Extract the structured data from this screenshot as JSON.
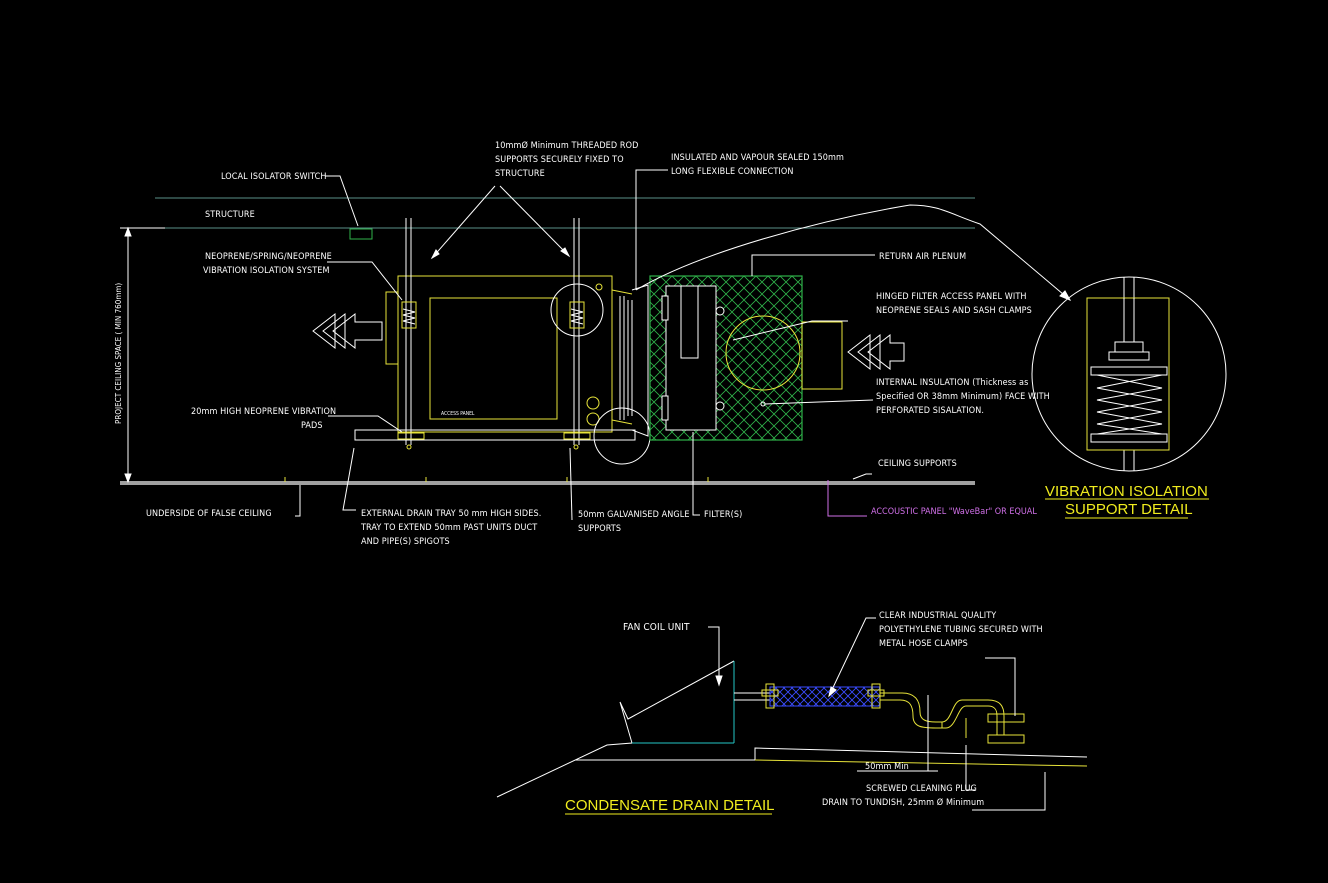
{
  "colors": {
    "background": "#000000",
    "text": "#ffffff",
    "unit_outline": "#e8e43a",
    "plenum": "#2fb24a",
    "title": "#f0ec1e",
    "acoustic": "#d070e8",
    "structure_line": "#5a8f88",
    "tubing": "#3a4cff",
    "cyan": "#25c6c6"
  },
  "labels": {
    "local_isolator_switch": "LOCAL ISOLATOR SWITCH",
    "structure": "STRUCTURE",
    "threaded_rod_1": "10mmØ Minimum THREADED ROD",
    "threaded_rod_2": "SUPPORTS SECURELY FIXED TO",
    "threaded_rod_3": "STRUCTURE",
    "insulated_1": "INSULATED AND VAPOUR SEALED 150mm",
    "insulated_2": "LONG FLEXIBLE CONNECTION",
    "neoprene_1": "NEOPRENE/SPRING/NEOPRENE",
    "neoprene_2": "VIBRATION ISOLATION SYSTEM",
    "return_air": "RETURN AIR PLENUM",
    "hinged_1": "HINGED FILTER ACCESS PANEL WITH",
    "hinged_2": "NEOPRENE SEALS AND SASH CLAMPS",
    "internal_1": "INTERNAL INSULATION (Thickness as",
    "internal_2": "Specified OR 38mm Minimum) FACE WITH",
    "internal_3": "PERFORATED SISALATION.",
    "pads_1": "20mm HIGH NEOPRENE VIBRATION",
    "pads_2": "PADS",
    "access_panel": "ACCESS PANEL",
    "ceiling_space": "PROJECT CEILING SPACE ( MIN 760mm)",
    "ceiling_supports": "CEILING SUPPORTS",
    "underside": "UNDERSIDE OF FALSE CEILING",
    "drain_1": "EXTERNAL DRAIN TRAY 50 mm HIGH SIDES.",
    "drain_2": "TRAY TO EXTEND 50mm PAST UNITS DUCT",
    "drain_3": "AND PIPE(S) SPIGOTS",
    "galv_1": "50mm GALVANISED  ANGLE",
    "galv_2": "SUPPORTS",
    "filters": "FILTER(S)",
    "acoustic": "ACCOUSTIC PANEL \"WaveBar\" OR EQUAL",
    "vib_title_1": "VIBRATION ISOLATION",
    "vib_title_2": "SUPPORT DETAIL",
    "fan_coil": "FAN COIL UNIT",
    "tubing_1": "CLEAR INDUSTRIAL QUALITY",
    "tubing_2": "POLYETHYLENE TUBING SECURED WITH",
    "tubing_3": "METAL HOSE CLAMPS",
    "min50": "50mm Min",
    "screwed": "SCREWED CLEANING PLUG",
    "tundish": "DRAIN TO TUNDISH, 25mm Ø Minimum",
    "condensate_title": "CONDENSATE DRAIN DETAIL"
  }
}
